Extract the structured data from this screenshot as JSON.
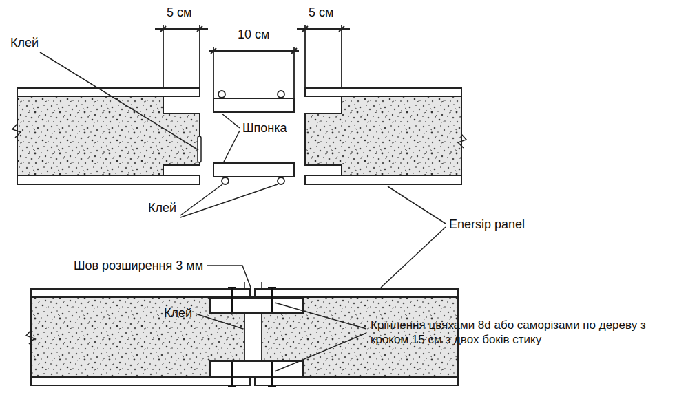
{
  "diagram": {
    "labels": [
      "5 см",
      "5 см",
      "10 см",
      "Клей",
      "Шпонка",
      "Клей",
      "Enersip panel",
      "Шов розширення 3 мм",
      "Клей",
      "Кріплення цвяхами 8d або саморізами по дереву з кроком 15 см з двох боків стику"
    ]
  }
}
